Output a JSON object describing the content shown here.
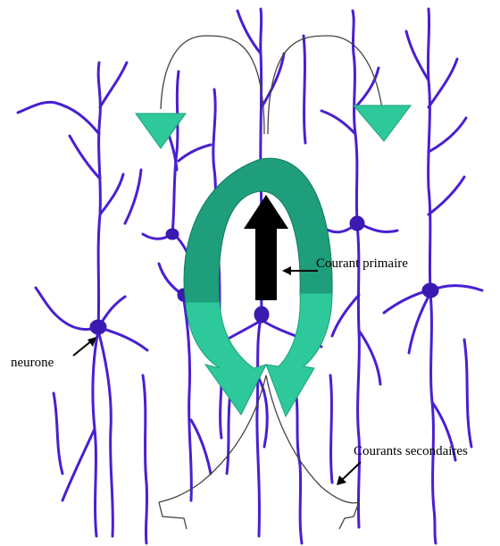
{
  "labels": {
    "primary_current": "Courant primaire",
    "neuron": "neurone",
    "secondary_currents": "Courants secondaires"
  },
  "colors": {
    "dendrite": "#4a1fd0",
    "soma": "#3a1ab0",
    "current_green_dark": "#1e9e7a",
    "current_green_light": "#2ec99a",
    "primary_arrow": "#000000",
    "field_line": "#444444"
  }
}
